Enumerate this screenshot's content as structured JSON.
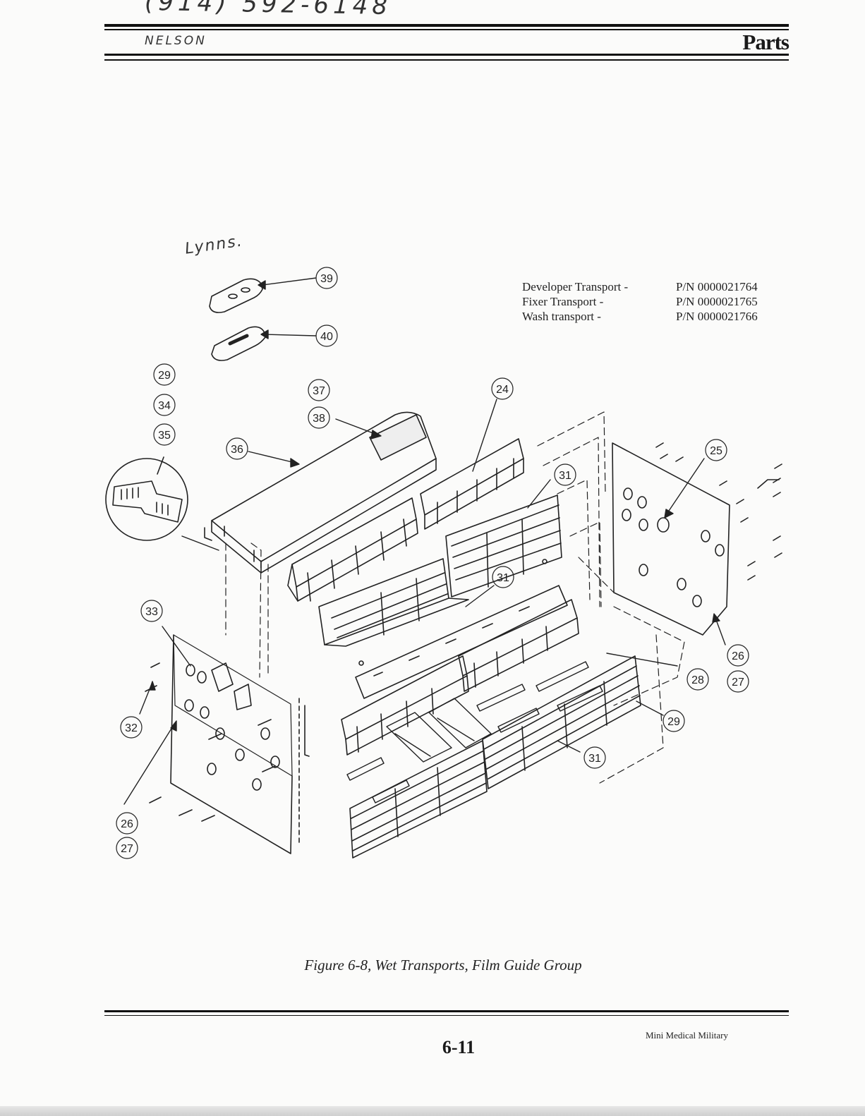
{
  "handwriting": {
    "phone": "(914) 592-6148",
    "name": "NELSON",
    "note": "Lynns."
  },
  "header": {
    "section_title": "Parts"
  },
  "part_numbers": [
    {
      "label": "Developer Transport -",
      "pn": "P/N 0000021764"
    },
    {
      "label": "Fixer Transport -",
      "pn": "P/N 0000021765"
    },
    {
      "label": "Wash transport -",
      "pn": "P/N 0000021766"
    }
  ],
  "callouts": [
    "39",
    "40",
    "29",
    "34",
    "35",
    "37",
    "38",
    "24",
    "36",
    "25",
    "31",
    "31",
    "33",
    "26",
    "28",
    "27",
    "29",
    "32",
    "31",
    "26",
    "27"
  ],
  "figure": {
    "caption": "Figure 6-8,  Wet Transports, Film Guide Group"
  },
  "footer": {
    "page_number": "6-11",
    "product": "Mini Medical Military"
  }
}
